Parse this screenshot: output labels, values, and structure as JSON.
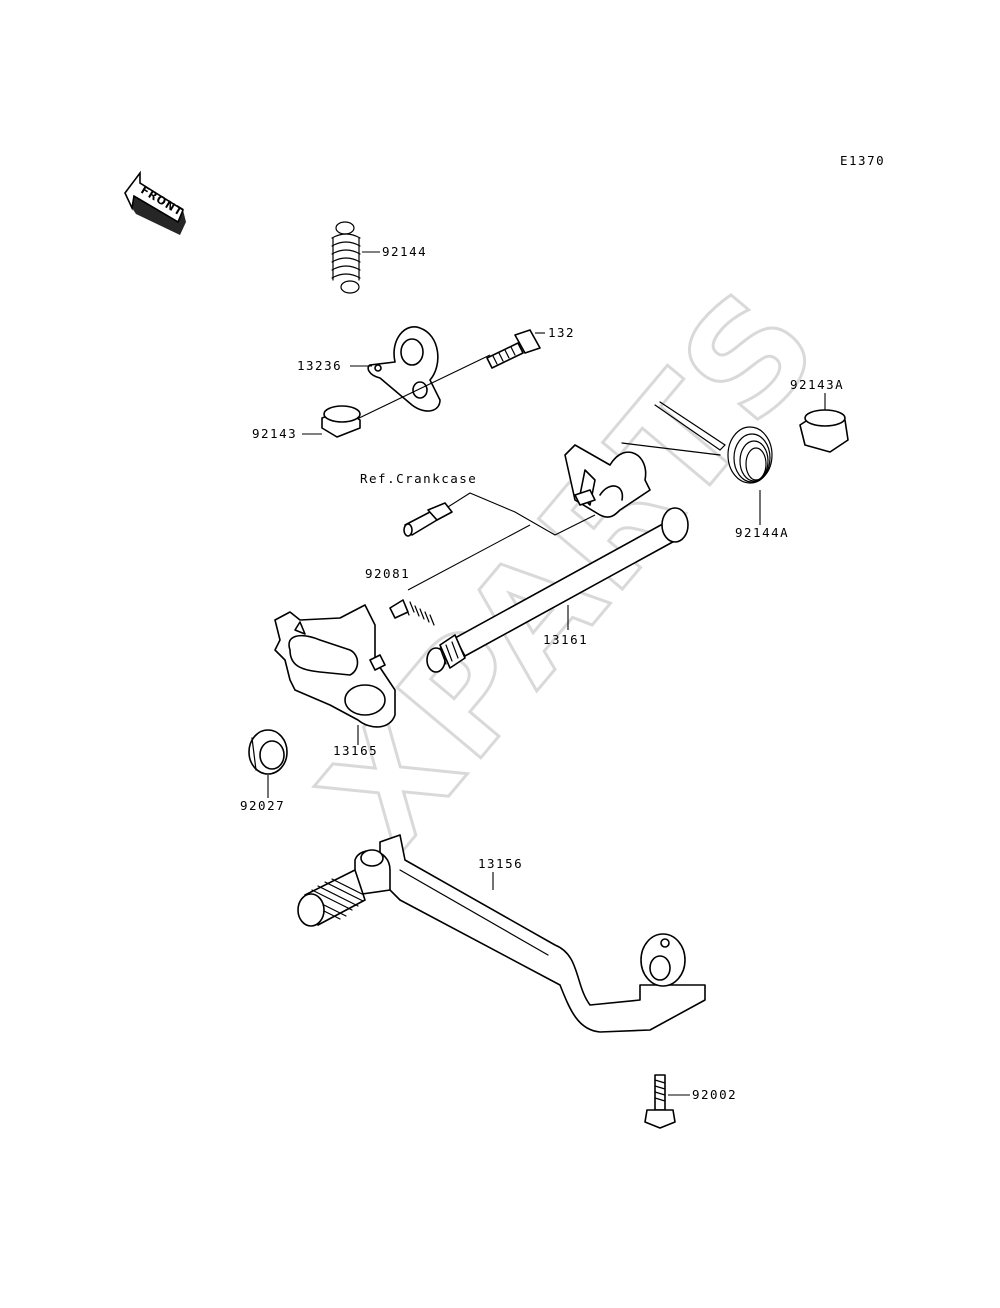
{
  "diagram_code": "E1370",
  "front_label": "FRONT",
  "watermark": "XPARTS",
  "reference_label": "Ref.Crankcase",
  "parts": {
    "p92144": "92144",
    "p132": "132",
    "p13236": "13236",
    "p92143": "92143",
    "p92143A": "92143A",
    "p92144A": "92144A",
    "p92081": "92081",
    "p13161": "13161",
    "p13165": "13165",
    "p92027": "92027",
    "p13156": "13156",
    "p92002": "92002"
  }
}
